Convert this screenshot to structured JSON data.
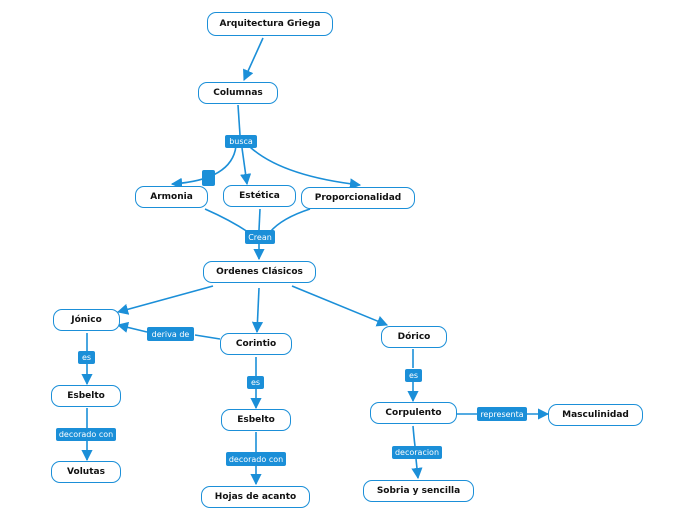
{
  "diagram": {
    "accent_color": "#1b8fd8",
    "nodes": {
      "arquitectura": "Arquitectura Griega",
      "columnas": "Columnas",
      "armonia": "Armonia",
      "estetica": "Estética",
      "proporcionalidad": "Proporcionalidad",
      "ordenes": "Ordenes Clásicos",
      "jonico": "Jónico",
      "corintio": "Corintio",
      "dorico": "Dórico",
      "esbelto_j": "Esbelto",
      "esbelto_c": "Esbelto",
      "corpulento": "Corpulento",
      "masculinidad": "Masculinidad",
      "volutas": "Volutas",
      "hojas": "Hojas de acanto",
      "sobria": "Sobria y sencilla"
    },
    "labels": {
      "busca": "busca",
      "crean": "Crean",
      "deriva": "deriva de",
      "es_j": "es",
      "es_c": "es",
      "es_d": "es",
      "decorado_j": "decorado con",
      "decorado_c": "decorado con",
      "representa": "representa",
      "decoracion": "decoracion"
    }
  }
}
